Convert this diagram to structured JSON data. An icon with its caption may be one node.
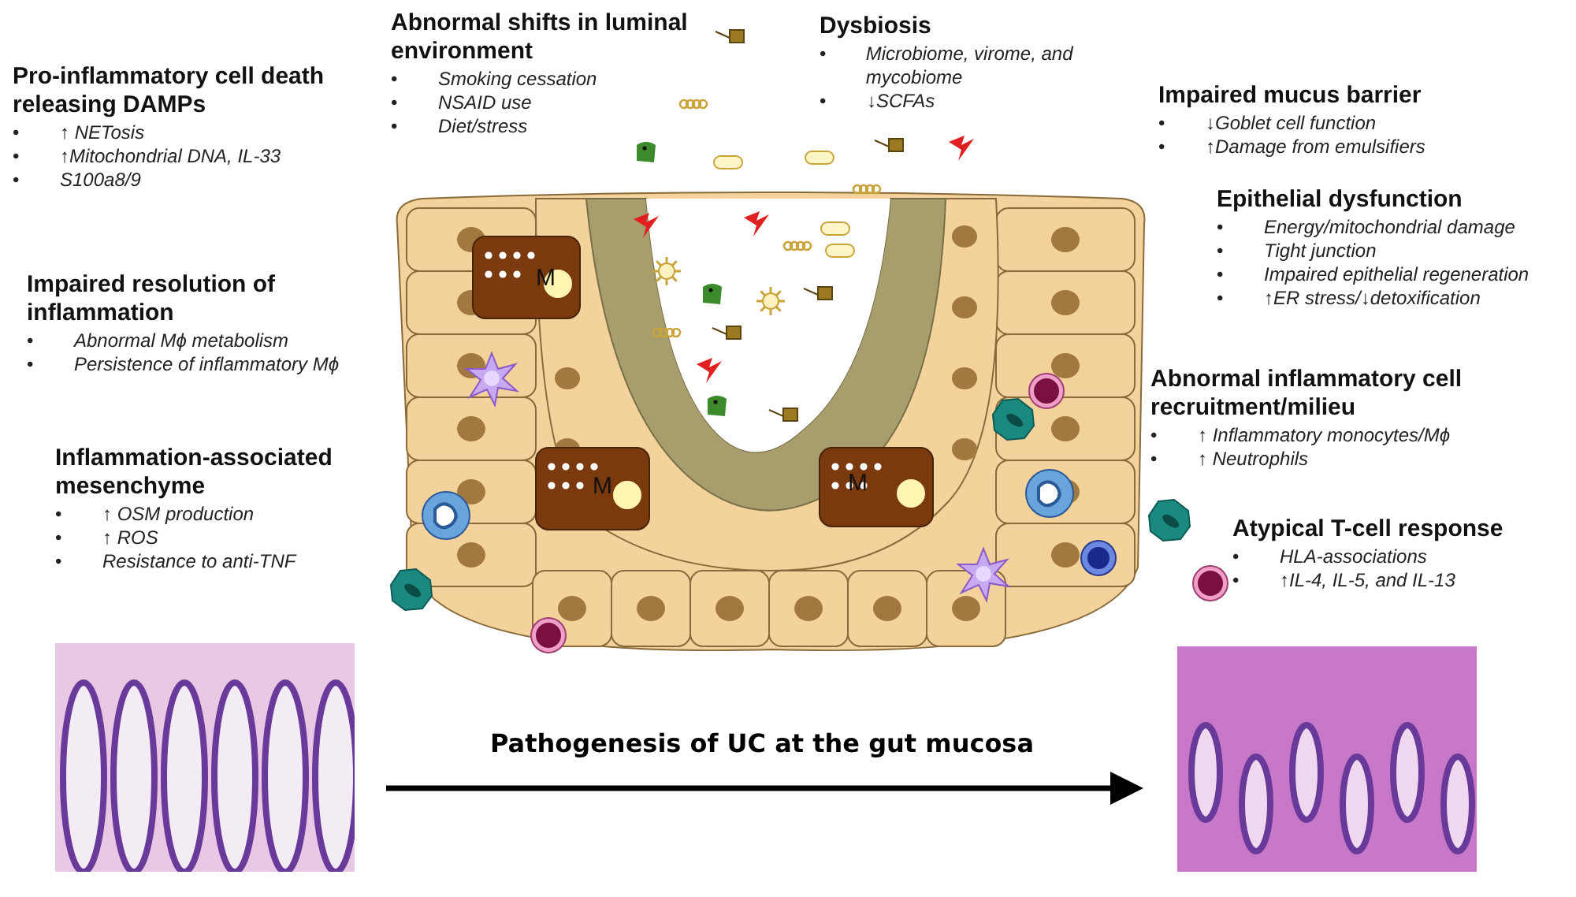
{
  "diagram": {
    "nodes": [
      {
        "text": [],
        "shape": "picture"
      },
      {
        "text": [],
        "shape": "picture"
      }
    ],
    "edges": [
      {
        "from": 0,
        "to": 1,
        "arrow": "to",
        "label": "Pathogenesis of UC at the gut mucosa"
      }
    ],
    "labels": [
      "Pro-inflammatory cell death releasing DAMPs",
      "•",
      "↑ NETosis",
      "•",
      "↑Mitochondrial DNA, IL-33",
      "•",
      "S100a8/9",
      "Abnormal shifts in luminal environment",
      "•",
      "Smoking cessation",
      "•",
      "NSAID use",
      "•",
      "Diet/stress",
      "Dysbiosis",
      "•",
      "Microbiome, virome, and mycobiome",
      "•",
      "↓SCFAs",
      "Impaired mucus barrier",
      "•",
      "↓Goblet cell function",
      "•",
      "↑Damage from emulsifiers",
      "Epithelial dysfunction",
      "•",
      "Energy/mitochondrial damage",
      "•",
      "Tight junction",
      "•",
      "Impaired epithelial regeneration",
      "•",
      "↑ER stress/↓detoxification",
      "Impaired resolution of inflammation",
      "•",
      "Abnormal Mϕ metabolism",
      "•",
      "Persistence of inflammatory Mϕ",
      "M",
      "Abnormal inflammatory cell recruitment/milieu",
      "•",
      "↑ Inflammatory monocytes/Mϕ",
      "•",
      "↑ Neutrophils",
      "M",
      "M",
      "Inflammation-associated mesenchyme",
      "•",
      "↑ OSM production",
      "•",
      "↑ ROS",
      "•",
      "Resistance to anti-TNF",
      "Atypical T-cell response",
      "•",
      "HLA-associations",
      "•",
      "↑IL-4, IL-5, and IL-13"
    ]
  }
}
